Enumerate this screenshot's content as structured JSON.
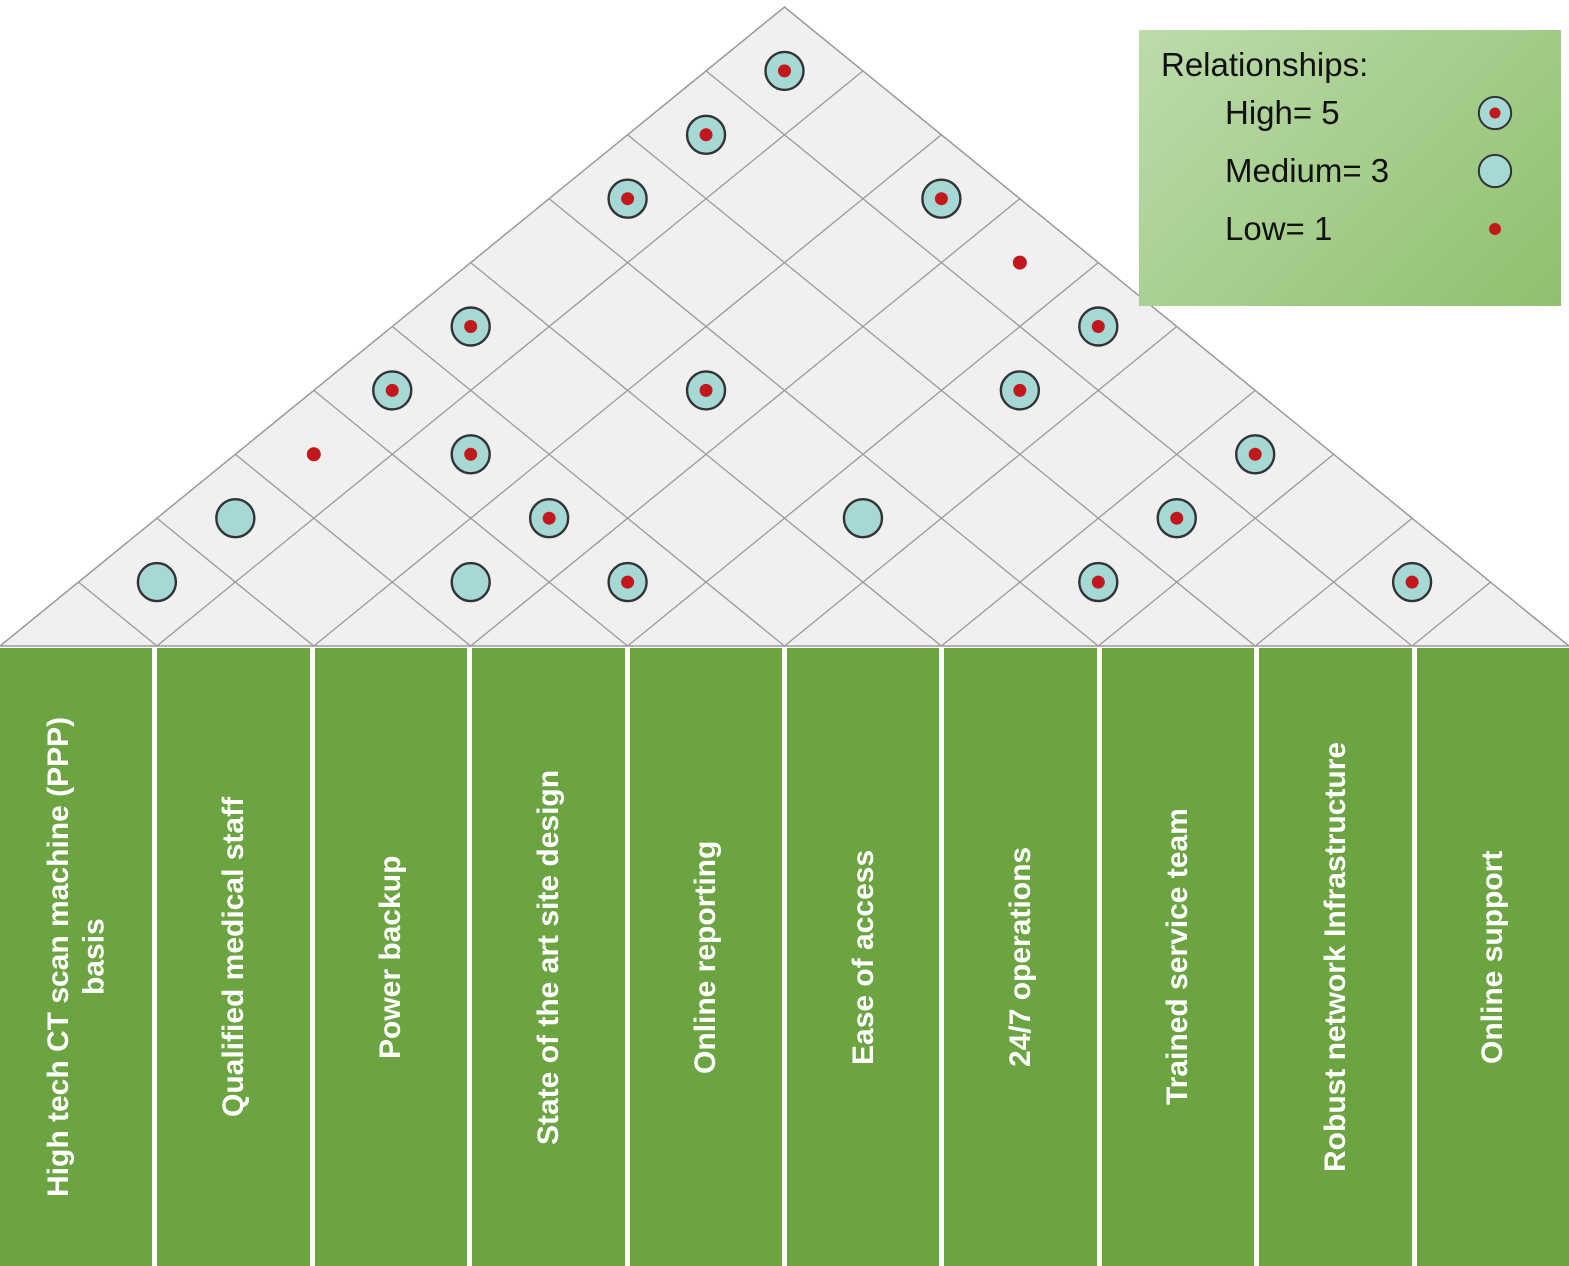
{
  "legend": {
    "title": "Relationships:",
    "items": [
      {
        "label": "High= 5",
        "symbol": "high"
      },
      {
        "label": "Medium= 3",
        "symbol": "medium"
      },
      {
        "label": "Low= 1",
        "symbol": "low"
      }
    ]
  },
  "columns": [
    "High tech CT scan machine (PPP) basis",
    "Qualified medical staff",
    "Power backup",
    "State of the art site design",
    "Online reporting",
    "Ease of access",
    "24/7 operations",
    "Trained service team",
    "Robust network Infrastructure",
    "Online support"
  ],
  "relationships": [
    {
      "a": 0,
      "b": 1,
      "strength": "medium"
    },
    {
      "a": 0,
      "b": 2,
      "strength": "medium"
    },
    {
      "a": 0,
      "b": 3,
      "strength": "low"
    },
    {
      "a": 0,
      "b": 4,
      "strength": "high"
    },
    {
      "a": 0,
      "b": 5,
      "strength": "high"
    },
    {
      "a": 0,
      "b": 7,
      "strength": "high"
    },
    {
      "a": 0,
      "b": 8,
      "strength": "high"
    },
    {
      "a": 0,
      "b": 9,
      "strength": "high"
    },
    {
      "a": 1,
      "b": 4,
      "strength": "high"
    },
    {
      "a": 2,
      "b": 3,
      "strength": "medium"
    },
    {
      "a": 2,
      "b": 4,
      "strength": "high"
    },
    {
      "a": 2,
      "b": 6,
      "strength": "high"
    },
    {
      "a": 2,
      "b": 9,
      "strength": "high"
    },
    {
      "a": 3,
      "b": 4,
      "strength": "high"
    },
    {
      "a": 3,
      "b": 9,
      "strength": "low"
    },
    {
      "a": 4,
      "b": 6,
      "strength": "medium"
    },
    {
      "a": 4,
      "b": 8,
      "strength": "high"
    },
    {
      "a": 4,
      "b": 9,
      "strength": "high"
    },
    {
      "a": 6,
      "b": 7,
      "strength": "high"
    },
    {
      "a": 6,
      "b": 8,
      "strength": "high"
    },
    {
      "a": 6,
      "b": 9,
      "strength": "high"
    },
    {
      "a": 8,
      "b": 9,
      "strength": "high"
    }
  ],
  "colors": {
    "column_green": "#6ba441",
    "roof_fill": "#f0f0f0",
    "roof_line": "#9a9a9a",
    "symbol_teal": "#a6d8d5",
    "symbol_red": "#c2181d",
    "symbol_outline": "#333333",
    "legend_grad_top": "#bddbab",
    "legend_grad_bottom": "#8fc06f",
    "label_text": "#ffffff"
  }
}
